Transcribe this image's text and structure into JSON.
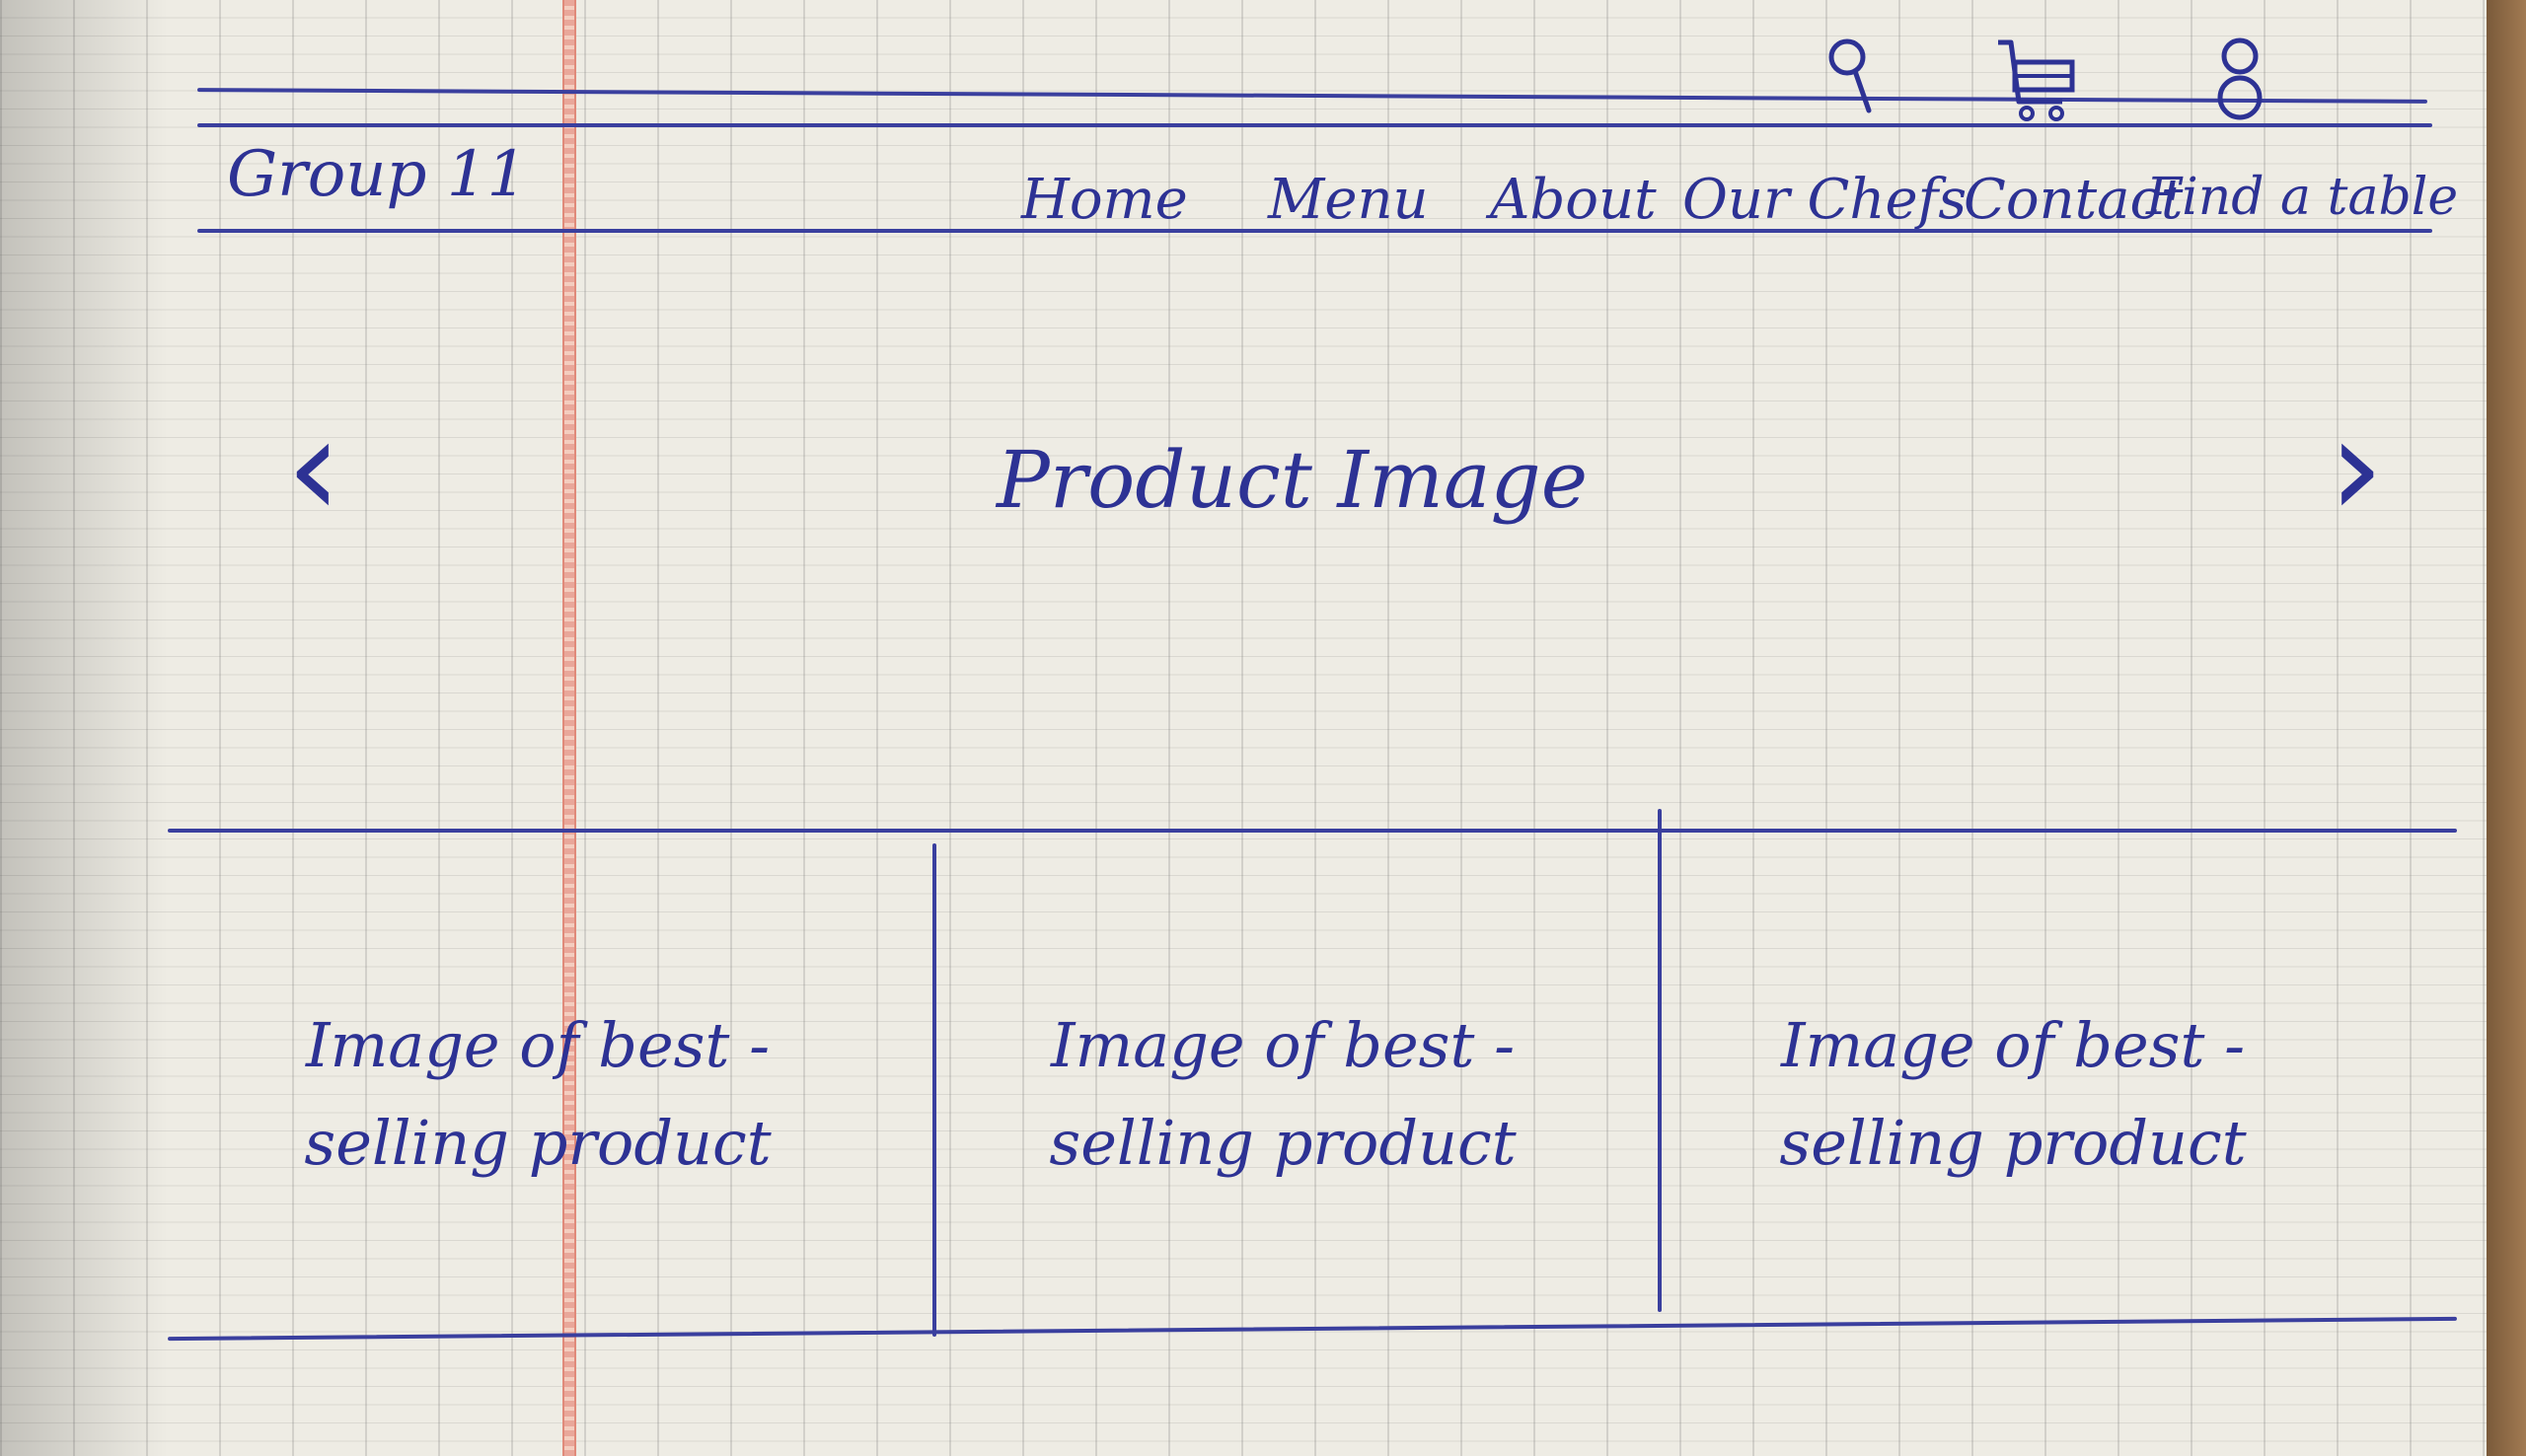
{
  "header": {
    "logo": "Group 11",
    "icons": [
      "search-icon",
      "cart-icon",
      "user-icon"
    ],
    "nav": [
      "Home",
      "Menu",
      "About",
      "Our Chefs",
      "Contact",
      "Find a table"
    ]
  },
  "hero": {
    "label": "Product Image",
    "prev_icon": "chevron-left-icon",
    "next_icon": "chevron-right-icon"
  },
  "products": [
    {
      "label": "Image of best - selling product"
    },
    {
      "label": "Image of best - selling product"
    },
    {
      "label": "Image of best - selling product"
    }
  ],
  "colors": {
    "ink": "#2d3294",
    "paper": "#eeece4",
    "margin": "#e08a7a"
  }
}
